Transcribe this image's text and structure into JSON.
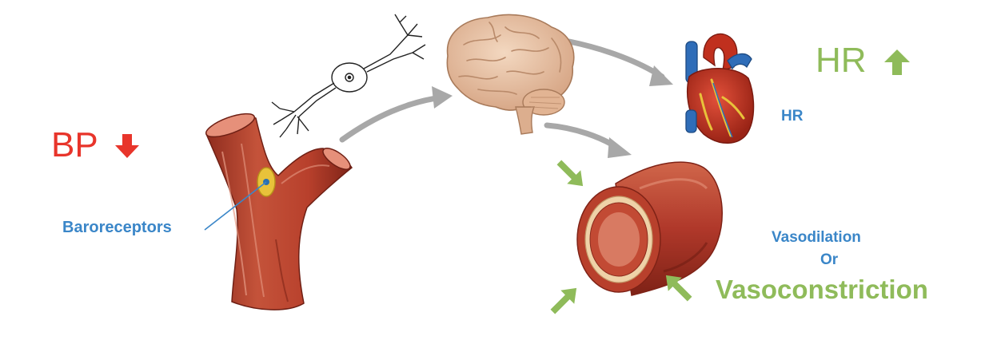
{
  "labels": {
    "bp": "BP",
    "baroreceptors": "Baroreceptors",
    "hr_main": "HR",
    "hr_heart": "HR",
    "vasodilation": "Vasodilation",
    "or": "Or",
    "vasoconstriction": "Vasoconstriction"
  },
  "colors": {
    "bp_red": "#e8352b",
    "label_blue": "#3a86c8",
    "green": "#8fbb5a",
    "gray_arrow": "#a8a8a8",
    "vessel_red": "#b8402c",
    "vessel_dark": "#8f2c1e",
    "vessel_light": "#e6907a",
    "brain": "#e9c4a6",
    "brain_dark": "#c89876",
    "heart_red": "#c0301e",
    "heart_blue": "#2f6db8",
    "fat_yellow": "#e8c23a"
  },
  "icons": {
    "bp_direction": "arrow-down-icon",
    "hr_direction": "arrow-up-icon"
  }
}
